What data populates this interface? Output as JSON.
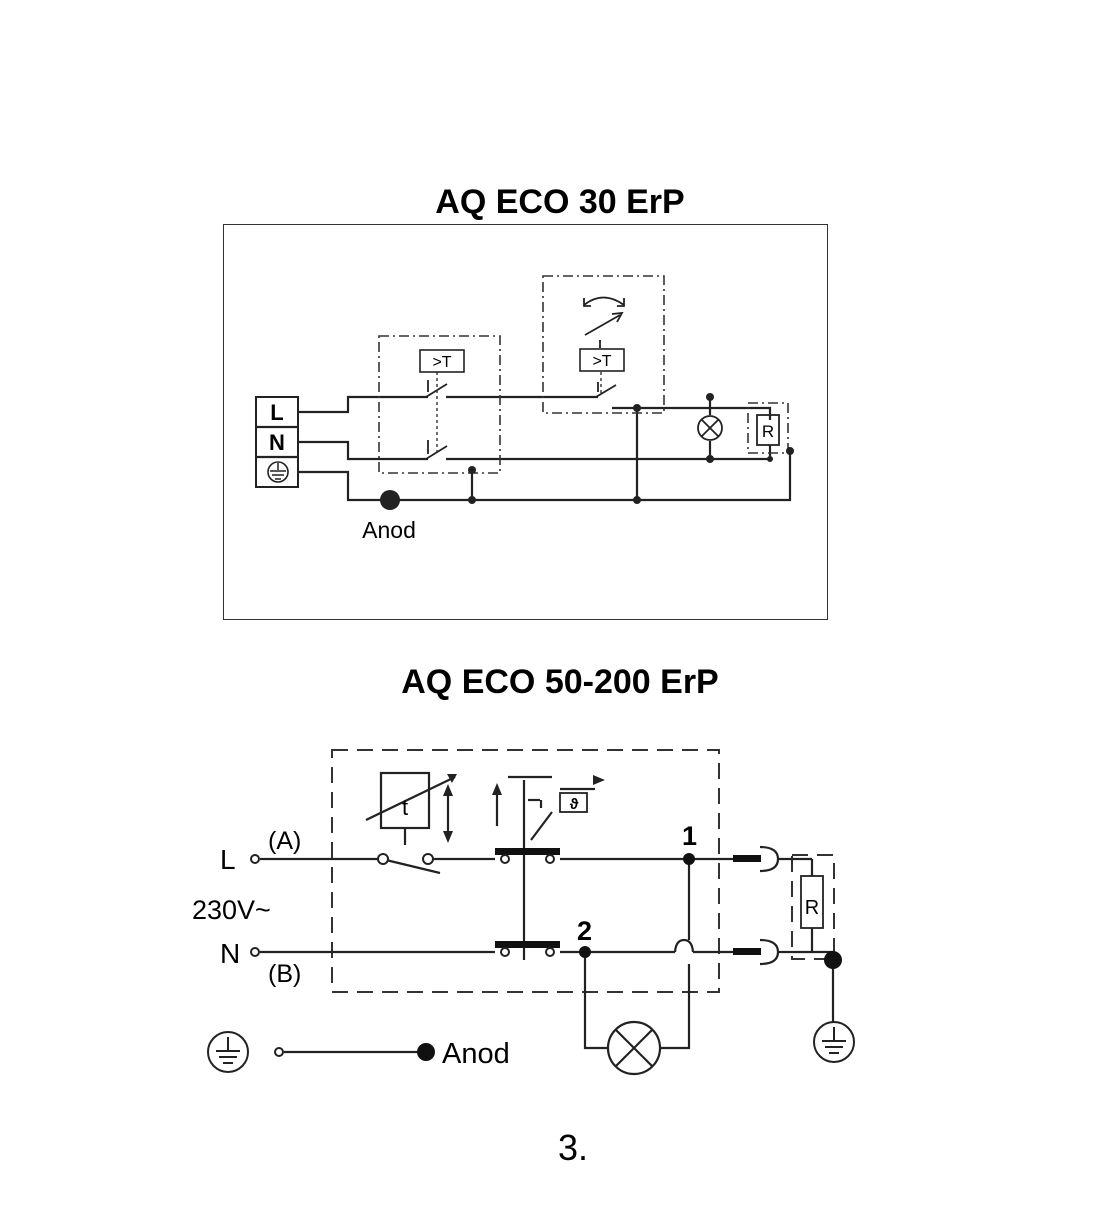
{
  "diagram1": {
    "title": "AQ ECO 30 ErP",
    "terminal_labels": [
      "L",
      "N"
    ],
    "ground_symbol": "ground-icon",
    "thermostat_label": ">T",
    "limiter_label": ">T",
    "resistor_label": "R",
    "anode_label": "Anod"
  },
  "diagram2": {
    "title": "AQ ECO 50-200 ErP",
    "line_label": "L",
    "line_terminal": "(A)",
    "voltage_label": "230V~",
    "neutral_label": "N",
    "neutral_terminal": "(B)",
    "timer_label": "t",
    "sensor_label": "ϑ",
    "node1": "1",
    "node2": "2",
    "resistor_label": "R",
    "anode_label": "Anod"
  },
  "figure_number": "3."
}
